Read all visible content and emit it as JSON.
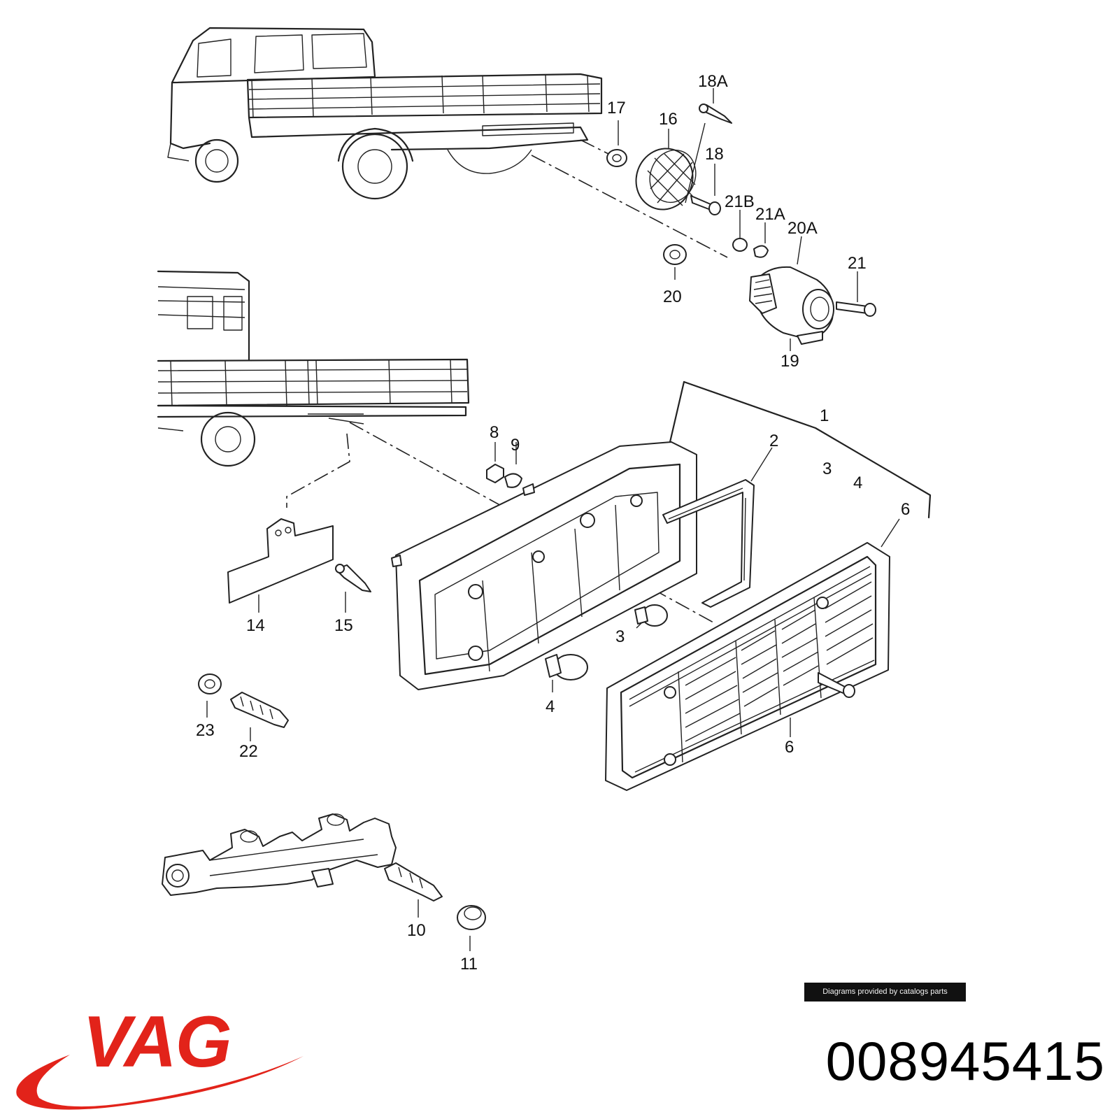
{
  "callouts": {
    "c1": "1",
    "c2": "2",
    "c3a": "3",
    "c3b": "3",
    "c4a": "4",
    "c4b": "4",
    "c6a": "6",
    "c6b": "6",
    "c8": "8",
    "c9": "9",
    "c10": "10",
    "c11": "11",
    "c14": "14",
    "c15": "15",
    "c16": "16",
    "c17": "17",
    "c18": "18",
    "c18a": "18A",
    "c19": "19",
    "c20": "20",
    "c20a": "20A",
    "c21": "21",
    "c21a": "21A",
    "c21b": "21B",
    "c22": "22",
    "c23": "23"
  },
  "banner": {
    "text": "Diagrams provided by catalogs parts"
  },
  "brand": {
    "logo_text": "VAG",
    "color": "#e2231a"
  },
  "part_number": "008945415"
}
